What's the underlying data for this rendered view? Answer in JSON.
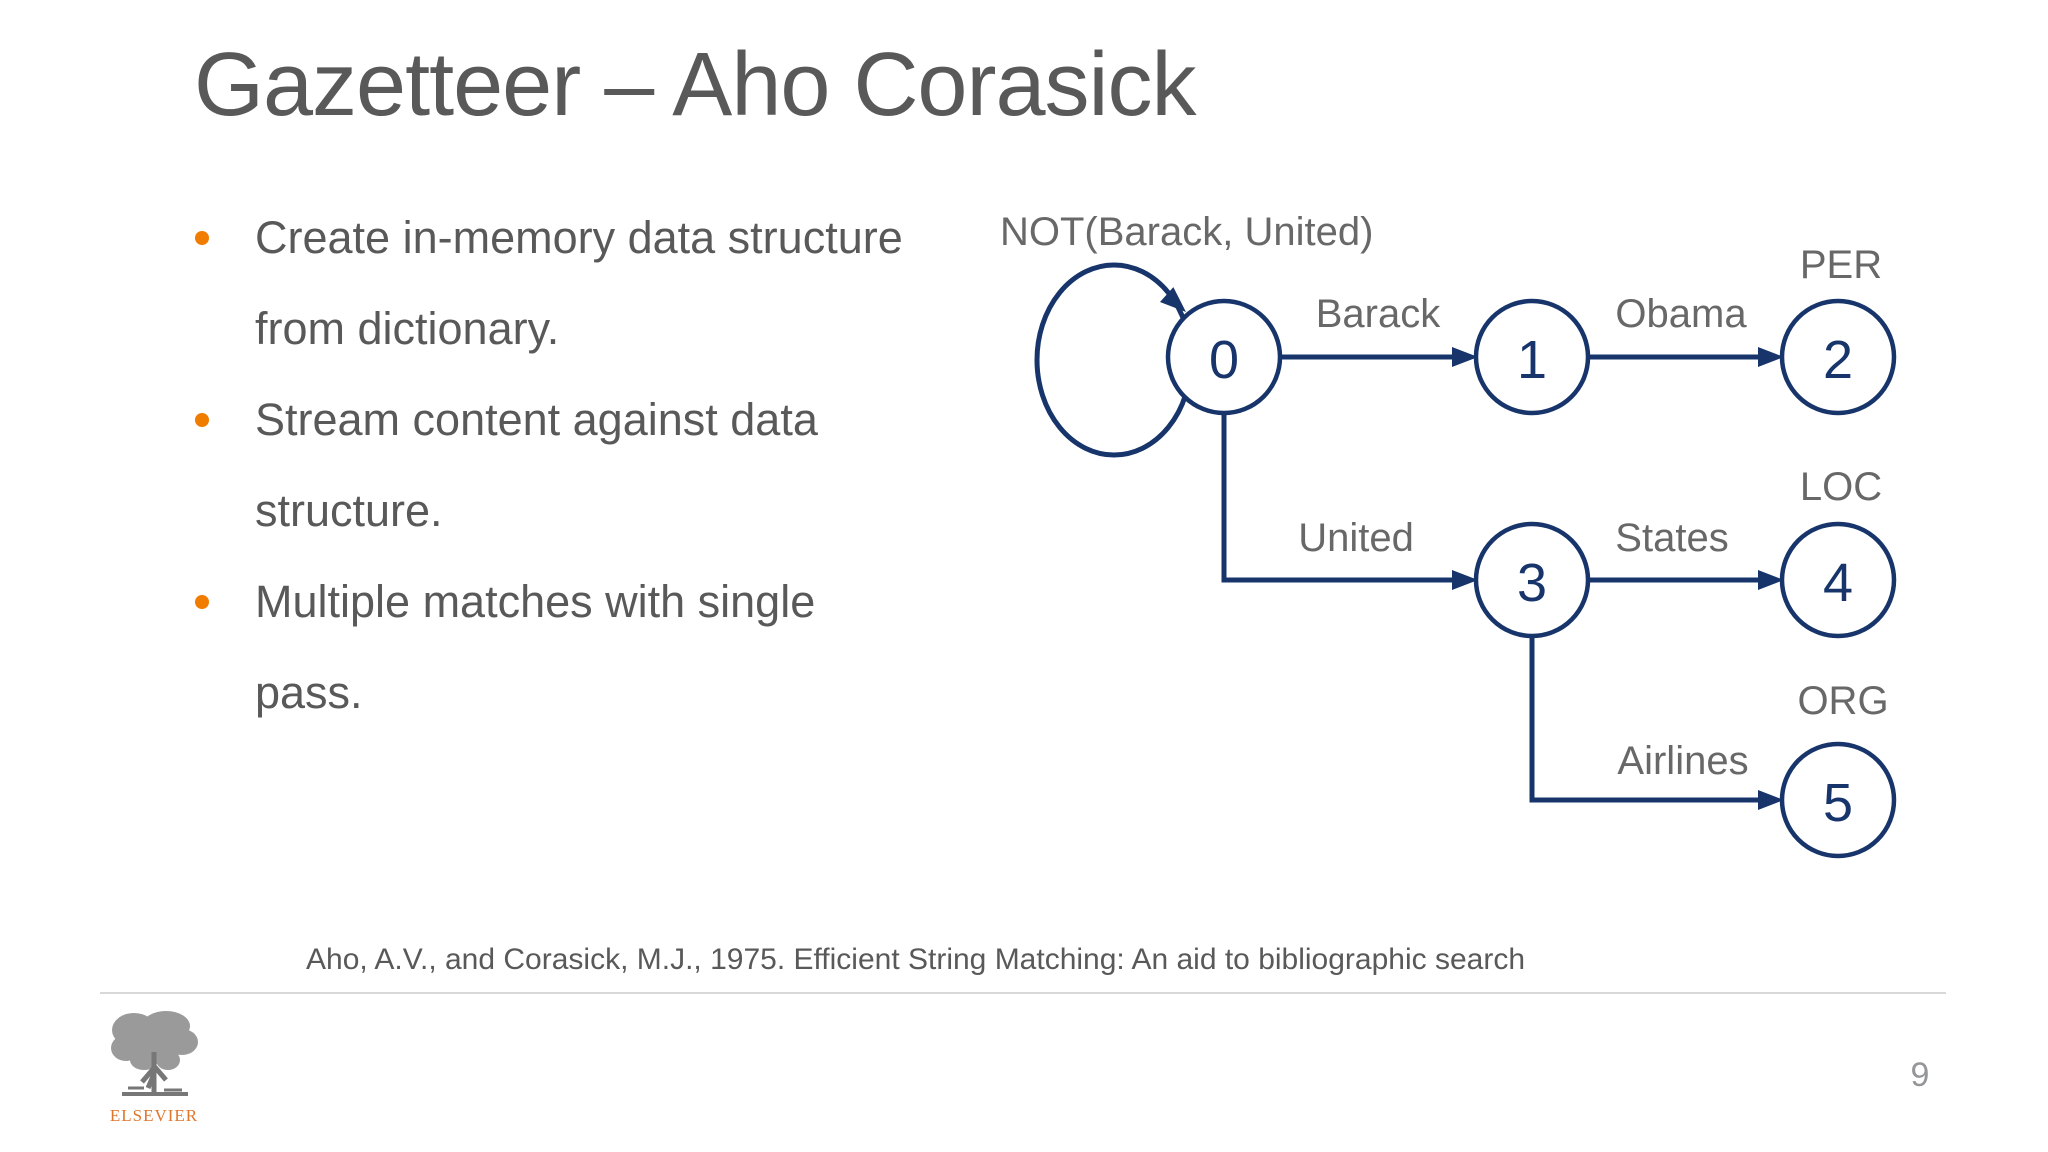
{
  "title": "Gazetteer – Aho Corasick",
  "bullets": [
    "Create in-memory data structure from dictionary.",
    "Stream content against data structure.",
    "Multiple matches with single pass."
  ],
  "diagram": {
    "loop_label": "NOT(Barack, United)",
    "node_labels": [
      "0",
      "1",
      "2",
      "3",
      "4",
      "5"
    ],
    "edge_labels": [
      "Barack",
      "Obama",
      "United",
      "States",
      "Airlines"
    ],
    "tag_labels": [
      "PER",
      "LOC",
      "ORG"
    ]
  },
  "footer": {
    "citation": "Aho, A.V., and Corasick, M.J., 1975. Efficient String Matching: An aid to bibliographic search",
    "page_number": "9",
    "logo_text": "ELSEVIER"
  },
  "colors": {
    "node_stroke": "#17356b",
    "label_gray": "#686868",
    "text_gray": "#595959",
    "bullet_orange": "#f07c00",
    "logo_orange": "#e0762c",
    "divider_gray": "#d8d8d8",
    "page_number_gray": "#949699"
  }
}
